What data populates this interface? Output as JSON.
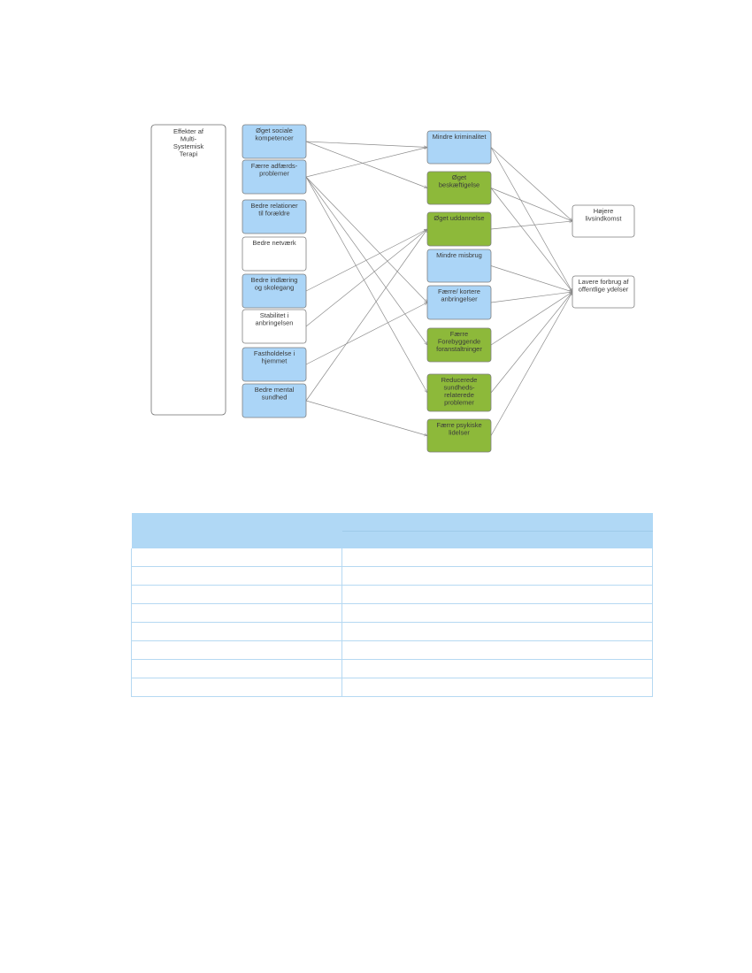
{
  "diagram": {
    "side_label": "Effekter af Multi- Systemisk Terapi",
    "colors": {
      "blue": "#abd5f7",
      "green": "#8db93a",
      "white": "#ffffff",
      "line": "#8c8c8c"
    },
    "effects": [
      {
        "id": "e1",
        "fill": "blue",
        "lines": [
          "Øget sociale",
          "kompetencer"
        ]
      },
      {
        "id": "e2",
        "fill": "blue",
        "lines": [
          "Færre adfærds-",
          "problemer"
        ]
      },
      {
        "id": "e3",
        "fill": "blue",
        "lines": [
          "Bedre relationer",
          "til forældre"
        ]
      },
      {
        "id": "e4",
        "fill": "white",
        "lines": [
          "Bedre netværk"
        ]
      },
      {
        "id": "e5",
        "fill": "blue",
        "lines": [
          "Bedre indlæring",
          "og skolegang"
        ]
      },
      {
        "id": "e6",
        "fill": "white",
        "lines": [
          "Stabilitet i",
          "anbringelsen"
        ]
      },
      {
        "id": "e7",
        "fill": "blue",
        "lines": [
          "Fastholdelse i",
          "hjemmet"
        ]
      },
      {
        "id": "e8",
        "fill": "blue",
        "lines": [
          "Bedre mental",
          "sundhed"
        ]
      }
    ],
    "outcomes": [
      {
        "id": "o1",
        "fill": "blue",
        "lines": [
          "Mindre kriminalitet"
        ]
      },
      {
        "id": "o2",
        "fill": "green",
        "lines": [
          "Øget",
          "beskæftigelse"
        ]
      },
      {
        "id": "o3",
        "fill": "green",
        "lines": [
          "Øget uddannelse"
        ]
      },
      {
        "id": "o4",
        "fill": "blue",
        "lines": [
          "Mindre misbrug"
        ]
      },
      {
        "id": "o5",
        "fill": "blue",
        "lines": [
          "Færre/ kortere",
          "anbringelser"
        ]
      },
      {
        "id": "o6",
        "fill": "green",
        "lines": [
          "Færre",
          "Forebyggende",
          "foranstaltninger"
        ]
      },
      {
        "id": "o7",
        "fill": "green",
        "lines": [
          "Reducerede",
          "sundheds-",
          "relaterede",
          "problemer"
        ]
      },
      {
        "id": "o8",
        "fill": "green",
        "lines": [
          "Færre psykiske",
          "lidelser"
        ]
      }
    ],
    "finals": [
      {
        "id": "f1",
        "fill": "white",
        "lines": [
          "Højere",
          "livsindkomst"
        ]
      },
      {
        "id": "f2",
        "fill": "white",
        "lines": [
          "Lavere forbrug af",
          "offentlige ydelser"
        ]
      }
    ],
    "links": [
      [
        "e1",
        "o1"
      ],
      [
        "e1",
        "o2"
      ],
      [
        "e2",
        "o1"
      ],
      [
        "e2",
        "o5"
      ],
      [
        "e2",
        "o6"
      ],
      [
        "e2",
        "o7"
      ],
      [
        "e5",
        "o3"
      ],
      [
        "e6",
        "o3"
      ],
      [
        "e7",
        "o5"
      ],
      [
        "e8",
        "o3"
      ],
      [
        "e8",
        "o8"
      ],
      [
        "o1",
        "f1"
      ],
      [
        "o1",
        "f2"
      ],
      [
        "o2",
        "f1"
      ],
      [
        "o2",
        "f2"
      ],
      [
        "o3",
        "f1"
      ],
      [
        "o4",
        "f2"
      ],
      [
        "o5",
        "f2"
      ],
      [
        "o6",
        "f2"
      ],
      [
        "o7",
        "f2"
      ],
      [
        "o8",
        "f2"
      ]
    ]
  },
  "table": {
    "header": [
      "",
      ""
    ],
    "rows": [
      [
        "",
        ""
      ],
      [
        "",
        ""
      ],
      [
        "",
        ""
      ],
      [
        "",
        ""
      ],
      [
        "",
        ""
      ],
      [
        "",
        ""
      ],
      [
        "",
        ""
      ],
      [
        "",
        ""
      ]
    ]
  }
}
